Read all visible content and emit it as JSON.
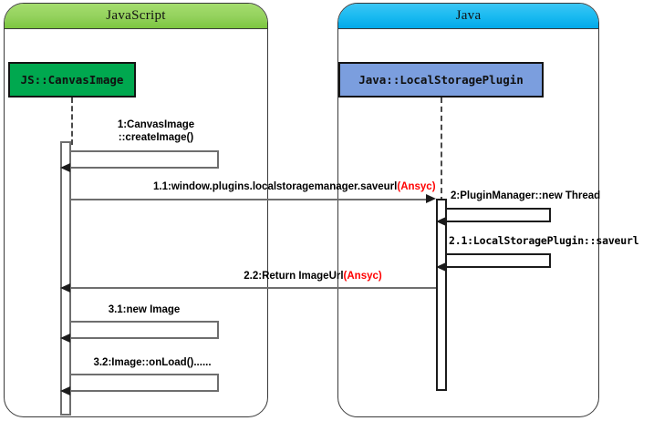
{
  "diagram": {
    "type": "uml-sequence-diagram",
    "title": "JavaScript to Java LocalStoragePlugin call sequence"
  },
  "frames": [
    {
      "id": "javascript",
      "label": "JavaScript",
      "color": "#7cc63f"
    },
    {
      "id": "java",
      "label": "Java",
      "color": "#03a9e8"
    }
  ],
  "lifelines": [
    {
      "id": "js-canvasimage",
      "label": "JS::CanvasImage",
      "color": "#00a84f"
    },
    {
      "id": "java-localstorageplugin",
      "label": "Java::LocalStoragePlugin",
      "color": "#7b9ede"
    }
  ],
  "messages": [
    {
      "id": "m1",
      "number": "1",
      "text_line1": "1:CanvasImage",
      "text_line2": "::createImage()",
      "kind": "self-call",
      "from": "js-canvasimage",
      "to": "js-canvasimage"
    },
    {
      "id": "m1_1",
      "number": "1.1",
      "text": "1.1:window.plugins.localstoragemanager.saveurl",
      "async_tag": "(Ansyc)",
      "kind": "call",
      "from": "js-canvasimage",
      "to": "java-localstorageplugin"
    },
    {
      "id": "m2",
      "number": "2",
      "text": "2:PluginManager::new Thread",
      "kind": "self-call",
      "from": "java-localstorageplugin",
      "to": "java-localstorageplugin"
    },
    {
      "id": "m2_1",
      "number": "2.1",
      "text": "2.1:LocalStoragePlugin::saveurl",
      "kind": "self-call",
      "from": "java-localstorageplugin",
      "to": "java-localstorageplugin"
    },
    {
      "id": "m2_2",
      "number": "2.2",
      "text": "2.2:Return ImageUrl",
      "async_tag": "(Ansyc)",
      "kind": "return",
      "from": "java-localstorageplugin",
      "to": "js-canvasimage"
    },
    {
      "id": "m3_1",
      "number": "3.1",
      "text": "3.1:new Image",
      "kind": "self-call",
      "from": "js-canvasimage",
      "to": "js-canvasimage"
    },
    {
      "id": "m3_2",
      "number": "3.2",
      "text": "3.2:Image::onLoad()......",
      "kind": "self-call",
      "from": "js-canvasimage",
      "to": "js-canvasimage"
    }
  ],
  "colors": {
    "js_frame_header": "#7cc63f",
    "java_frame_header": "#03a9e8",
    "js_lifeline_box": "#00a84f",
    "java_lifeline_box": "#7b9ede",
    "async_text": "#ff0000",
    "line": "#6e6e6e",
    "border": "#1b1b1b"
  }
}
